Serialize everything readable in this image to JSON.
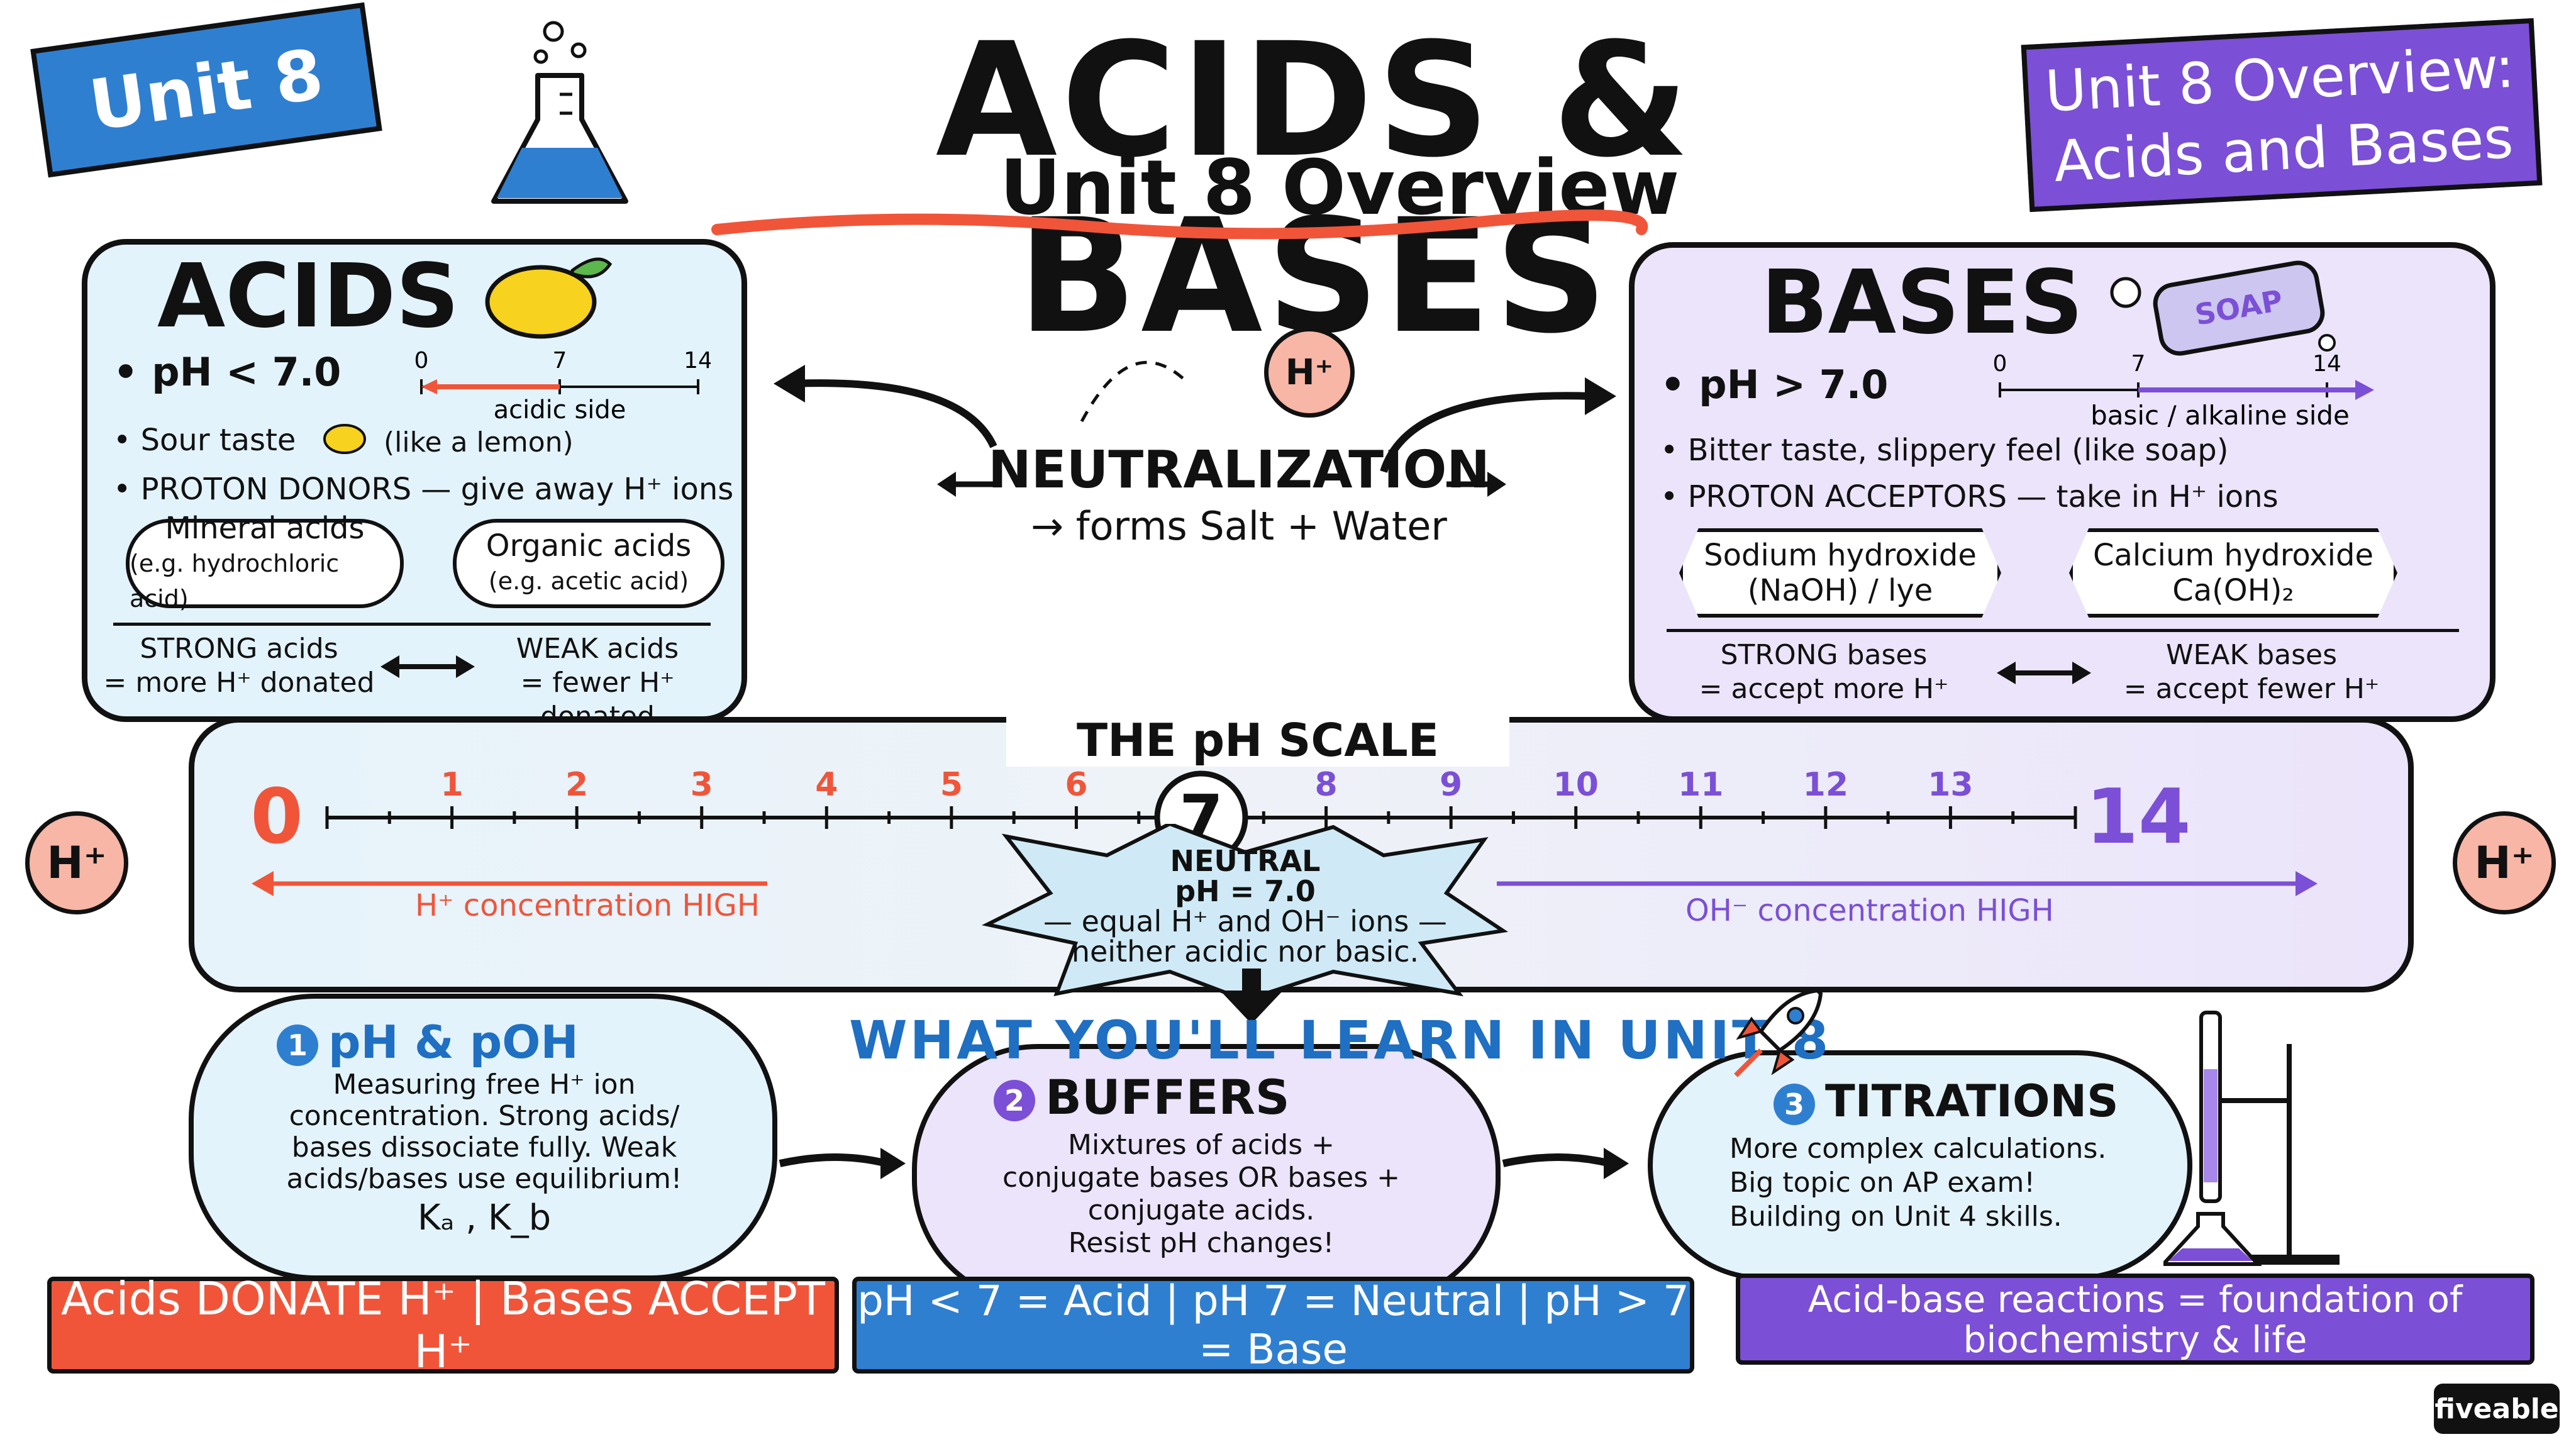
{
  "banner_left": "Unit 8",
  "title": "ACIDS & BASES",
  "subtitle": "Unit 8 Overview",
  "banner_right": [
    "Unit 8 Overview:",
    "Acids and Bases"
  ],
  "colors": {
    "acid_red": "#f0553a",
    "base_purple": "#7b4fd6",
    "blue": "#2f7fd1",
    "acid_panel": "#e3f3fb",
    "base_panel": "#ece4fa"
  },
  "acids": {
    "title": "ACIDS",
    "ph_rule": "• pH < 7.0",
    "scale_labels": [
      "0",
      "7",
      "14"
    ],
    "side_label": "acidic side",
    "bullet_taste": "• Sour taste",
    "taste_note": "(like a lemon)",
    "bullet_donors": "• PROTON DONORS — give away H⁺ ions",
    "examples": [
      {
        "line1": "Mineral acids",
        "line2": "(e.g. hydrochloric acid)"
      },
      {
        "line1": "Organic acids",
        "line2": "(e.g. acetic acid)"
      }
    ],
    "strong": {
      "line1": "STRONG acids",
      "line2": "= more H⁺ donated"
    },
    "weak": {
      "line1": "WEAK acids",
      "line2": "= fewer H⁺ donated"
    }
  },
  "neutralization": {
    "label": "NEUTRALIZATION",
    "result": "→ forms Salt + Water",
    "ion": "H⁺"
  },
  "bases": {
    "title": "BASES",
    "soap_label": "SOAP",
    "ph_rule": "• pH > 7.0",
    "scale_labels": [
      "0",
      "7",
      "14"
    ],
    "side_label": "basic / alkaline side",
    "bullet_taste": "• Bitter taste, slippery feel (like soap)",
    "bullet_acceptors": "• PROTON ACCEPTORS — take in H⁺ ions",
    "examples": [
      {
        "line1": "Sodium hydroxide",
        "line2": "(NaOH) / lye"
      },
      {
        "line1": "Calcium hydroxide",
        "line2": "Ca(OH)₂"
      }
    ],
    "strong": {
      "line1": "STRONG bases",
      "line2": "= accept more H⁺"
    },
    "weak": {
      "line1": "WEAK bases",
      "line2": "= accept fewer H⁺"
    }
  },
  "ph_scale": {
    "title": "THE pH SCALE",
    "ticks": [
      "0",
      "1",
      "2",
      "3",
      "4",
      "5",
      "6",
      "7",
      "8",
      "9",
      "10",
      "11",
      "12",
      "13",
      "14"
    ],
    "acid_label": "H⁺ concentration HIGH",
    "base_label": "OH⁻ concentration HIGH",
    "neutral": [
      "NEUTRAL",
      "pH = 7.0",
      "— equal H⁺ and OH⁻ ions —",
      "neither acidic nor basic."
    ],
    "side_ions": [
      "H⁺",
      "H⁺"
    ]
  },
  "learn": {
    "heading": "WHAT YOU'LL LEARN IN UNIT 8",
    "items": [
      {
        "num": "1",
        "title": "pH & pOH",
        "lines": [
          "Measuring free H⁺ ion",
          "concentration. Strong acids/",
          "bases dissociate fully. Weak",
          "acids/bases use equilibrium!"
        ],
        "extra": "Kₐ , K_b"
      },
      {
        "num": "2",
        "title": "BUFFERS",
        "lines": [
          "Mixtures of acids +",
          "conjugate bases OR bases +",
          "conjugate acids.",
          "Resist pH changes!"
        ]
      },
      {
        "num": "3",
        "title": "TITRATIONS",
        "lines": [
          "More complex calculations.",
          "Big topic on AP exam!",
          "Building on Unit 4 skills."
        ]
      }
    ]
  },
  "footers": [
    "Acids DONATE H⁺ | Bases ACCEPT H⁺",
    "pH < 7 = Acid | pH 7 = Neutral | pH > 7 = Base",
    "Acid-base reactions = foundation of biochemistry & life"
  ],
  "brand": "fiveable"
}
